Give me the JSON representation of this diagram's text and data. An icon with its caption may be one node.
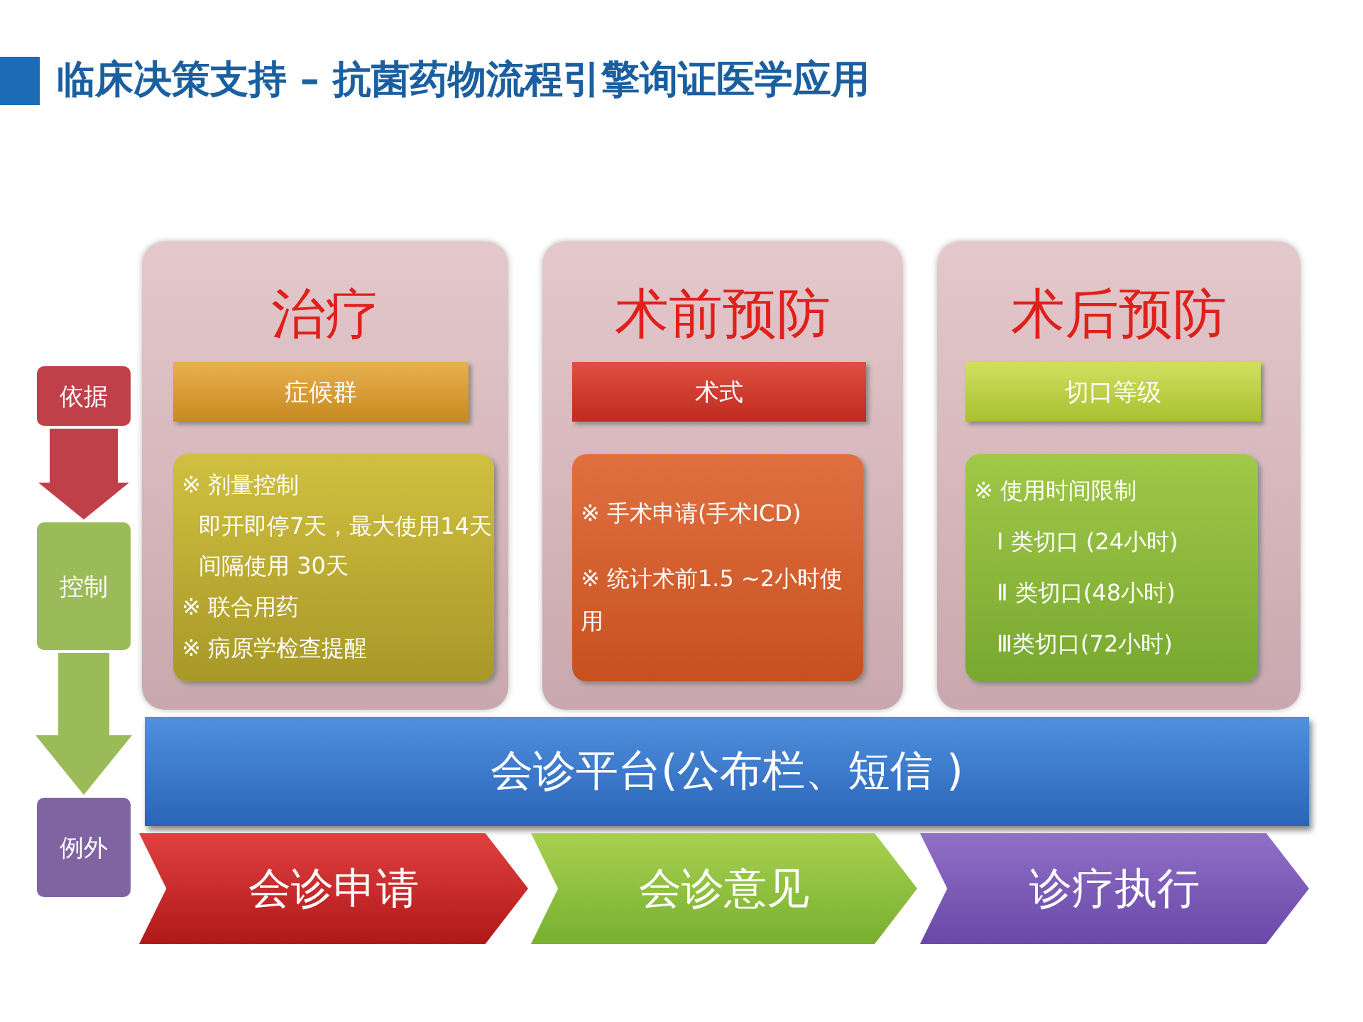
{
  "diagram": {
    "title": "临床决策支持 – 抗菌药物流程引擎询证医学应用",
    "nodes": [
      {
        "text": [
          "依据"
        ]
      },
      {
        "text": [
          "控制"
        ]
      },
      {
        "text": [
          "例外"
        ]
      },
      {
        "text": [
          "治疗"
        ]
      },
      {
        "text": [
          "症候群"
        ],
        "in": 3
      },
      {
        "text": [
          "※ 剂量控制",
          "即开即停7天，最大使用14天",
          "间隔使用 30天",
          "※ 联合用药",
          "※ 病原学检查提醒"
        ],
        "in": 3
      },
      {
        "text": [
          "术前预防"
        ]
      },
      {
        "text": [
          "术式"
        ],
        "in": 6
      },
      {
        "text": [
          "※ 手术申请(手术ICD)",
          "※ 统计术前1.5 ~2小时使用"
        ],
        "in": 6
      },
      {
        "text": [
          "术后预防"
        ]
      },
      {
        "text": [
          "切口等级"
        ],
        "in": 9
      },
      {
        "text": [
          "※ 使用时间限制",
          "Ⅰ 类切口 (24小时)",
          "Ⅱ 类切口(48小时)",
          "Ⅲ类切口(72小时)"
        ],
        "in": 9
      },
      {
        "text": [
          "会诊平台(公布栏、短信 )"
        ]
      },
      {
        "text": [
          "会诊申请"
        ]
      },
      {
        "text": [
          "会诊意见"
        ]
      },
      {
        "text": [
          "诊疗执行"
        ]
      }
    ],
    "edges": [
      {
        "from": 0,
        "to": 1,
        "arrow": "to",
        "color": "#c0404a"
      },
      {
        "from": 1,
        "to": 2,
        "arrow": "to",
        "color": "#9bbb59"
      }
    ]
  }
}
